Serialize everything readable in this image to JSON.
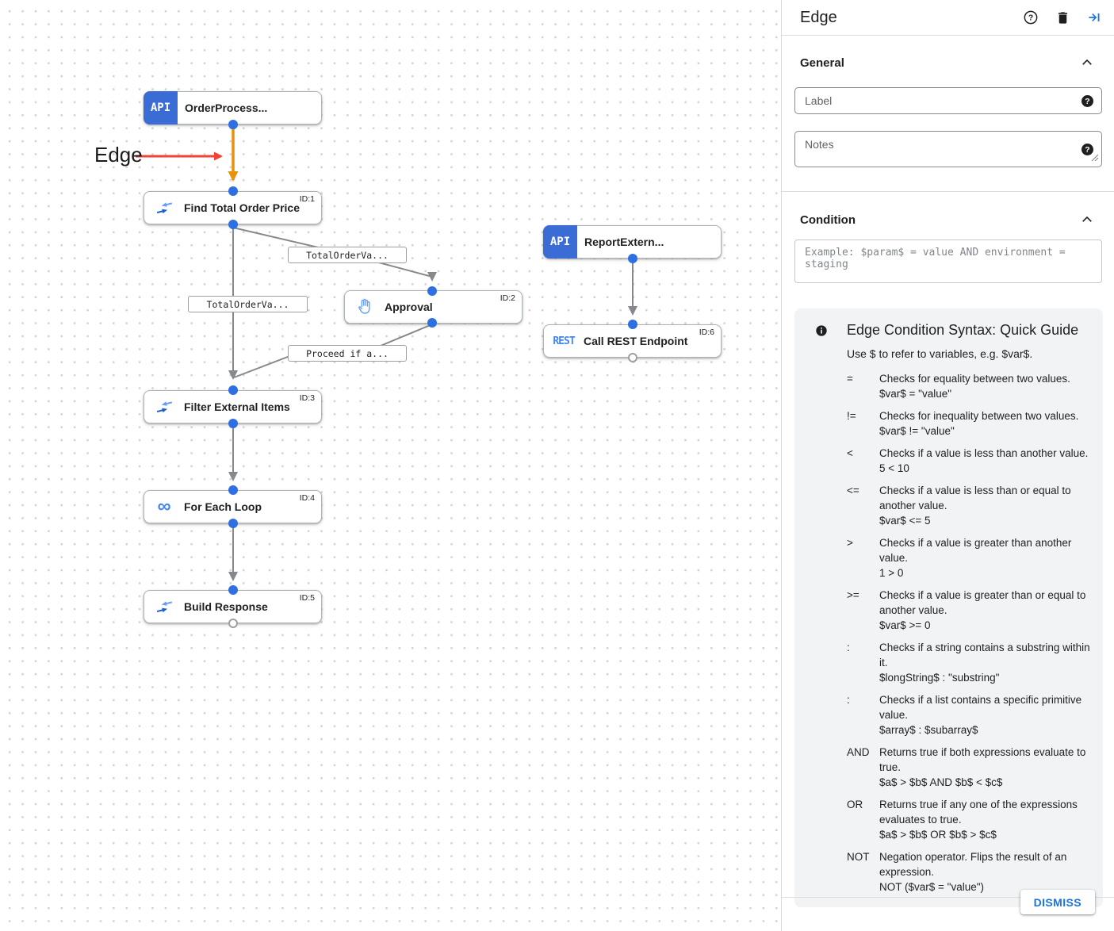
{
  "canvas": {
    "annotation_label": "Edge",
    "edge_labels": {
      "to_approval": "TotalOrderVa...",
      "to_filter": "TotalOrderVa...",
      "from_approval": "Proceed if a..."
    },
    "nodes": {
      "order_process": {
        "title": "OrderProcess...",
        "badge": "API"
      },
      "find_total": {
        "title": "Find Total Order Price",
        "id": "ID:1"
      },
      "report_extern": {
        "title": "ReportExtern...",
        "badge": "API"
      },
      "approval": {
        "title": "Approval",
        "id": "ID:2"
      },
      "call_rest": {
        "title": "Call REST Endpoint",
        "id": "ID:6",
        "badge": "REST"
      },
      "filter": {
        "title": "Filter External Items",
        "id": "ID:3"
      },
      "foreach": {
        "title": "For Each Loop",
        "id": "ID:4",
        "icon_glyph": "∞"
      },
      "build": {
        "title": "Build Response",
        "id": "ID:5"
      }
    },
    "colors": {
      "highlighted_edge": "#E8910C",
      "annotation_arrow": "#F24236",
      "edge": "#85898D",
      "port": "#2E6FE2",
      "api_badge": "#3B6CD6"
    }
  },
  "panel": {
    "title": "Edge",
    "icons": {
      "help_badge": "?"
    },
    "general": {
      "heading": "General",
      "label_placeholder": "Label",
      "notes_placeholder": "Notes"
    },
    "condition": {
      "heading": "Condition",
      "placeholder": "Example: $param$ = value AND environment = staging"
    },
    "guide": {
      "title": "Edge Condition Syntax: Quick Guide",
      "subtitle": "Use $ to refer to variables, e.g. $var$.",
      "entries": [
        {
          "op": "=",
          "desc": "Checks for equality between two values.",
          "example": "$var$ = \"value\""
        },
        {
          "op": "!=",
          "desc": "Checks for inequality between two values.",
          "example": "$var$ != \"value\""
        },
        {
          "op": "<",
          "desc": "Checks if a value is less than another value.",
          "example": "5 < 10"
        },
        {
          "op": "<=",
          "desc": "Checks if a value is less than or equal to another value.",
          "example": "$var$ <= 5"
        },
        {
          "op": ">",
          "desc": "Checks if a value is greater than another value.",
          "example": "1 > 0"
        },
        {
          "op": ">=",
          "desc": "Checks if a value is greater than or equal to another value.",
          "example": "$var$ >= 0"
        },
        {
          "op": ":",
          "desc": "Checks if a string contains a substring within it.",
          "example": "$longString$ : \"substring\""
        },
        {
          "op": ":",
          "desc": "Checks if a list contains a specific primitive value.",
          "example": "$array$ : $subarray$"
        },
        {
          "op": "AND",
          "desc": "Returns true if both expressions evaluate to true.",
          "example": "$a$ > $b$ AND $b$ < $c$"
        },
        {
          "op": "OR",
          "desc": "Returns true if any one of the expressions evaluates to true.",
          "example": "$a$ > $b$ OR $b$ > $c$"
        },
        {
          "op": "NOT",
          "desc": "Negation operator. Flips the result of an expression.",
          "example": "NOT ($var$ = \"value\")"
        }
      ]
    },
    "dismiss_label": "DISMISS"
  }
}
